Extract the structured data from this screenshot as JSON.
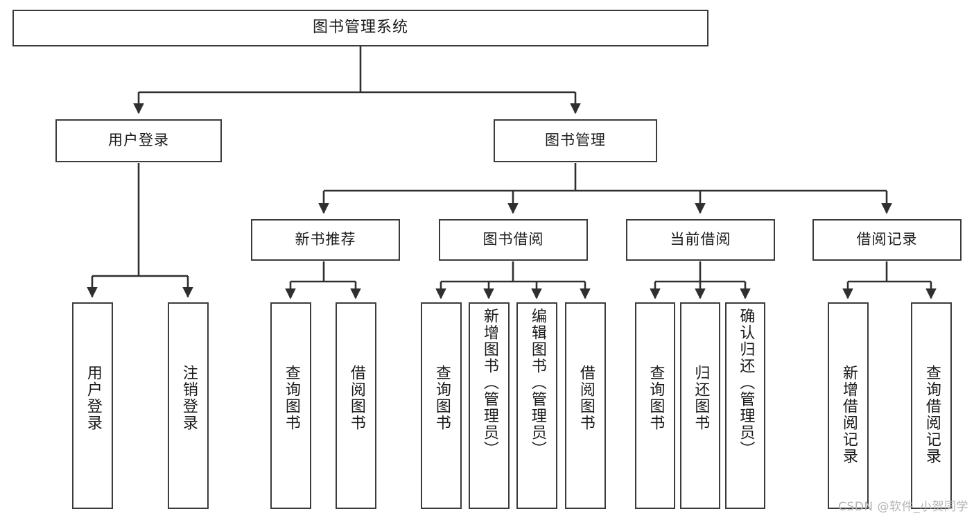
{
  "diagram": {
    "type": "tree",
    "title": "图书管理系统",
    "watermark": "CSDN @软件_小贺同学",
    "colors": {
      "box_border": "#3b3b3b",
      "box_fill": "#ffffff",
      "edge": "#2f2f2f",
      "text": "#1a1a1a",
      "watermark": "#b4b4b4",
      "background": "#ffffff"
    },
    "root": {
      "label": "图书管理系统"
    },
    "level2": [
      {
        "label": "用户登录"
      },
      {
        "label": "图书管理"
      }
    ],
    "level3": [
      {
        "label": "新书推荐"
      },
      {
        "label": "图书借阅"
      },
      {
        "label": "当前借阅"
      },
      {
        "label": "借阅记录"
      }
    ],
    "leaves": {
      "user_login": [
        {
          "label": "用户登录"
        },
        {
          "label": "注销登录"
        }
      ],
      "new_book_recommend": [
        {
          "label": "查询图书"
        },
        {
          "label": "借阅图书"
        }
      ],
      "book_borrow": [
        {
          "label": "查询图书"
        },
        {
          "label": "新增图书（管理员）"
        },
        {
          "label": "编辑图书（管理员）"
        },
        {
          "label": "借阅图书"
        }
      ],
      "current_borrow": [
        {
          "label": "查询图书"
        },
        {
          "label": "归还图书"
        },
        {
          "label": "确认归还（管理员）"
        }
      ],
      "borrow_record": [
        {
          "label": "新增借阅记录"
        },
        {
          "label": "查询借阅记录"
        }
      ]
    }
  }
}
